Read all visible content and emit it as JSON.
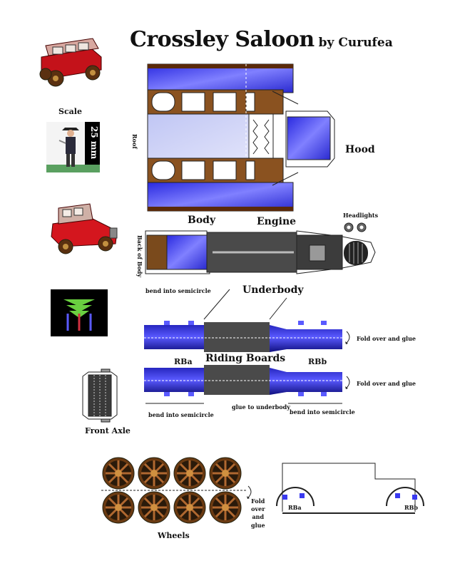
{
  "title": "Crossley Saloon",
  "byline": "by Curufea",
  "labels": {
    "scale": "Scale",
    "scale_size": "25 mm",
    "roof": "Roof",
    "hood": "Hood",
    "body": "Body",
    "engine": "Engine",
    "headlights": "Headlights",
    "back_of_body": "Back of Body",
    "bend_semicircle_1": "bend into semicircle",
    "underbody": "Underbody",
    "fold_glue_1": "Fold over and glue",
    "rba": "RBa",
    "riding_boards": "Riding Boards",
    "rbb": "RBb",
    "fold_glue_2": "Fold over and glue",
    "bend_semicircle_2": "bend into semicircle",
    "glue_underbody": "glue to underbody",
    "bend_semicircle_3": "bend into semicircle",
    "front_axle": "Front Axle",
    "fold_wheels": [
      "Fold",
      "over",
      "and",
      "glue"
    ],
    "wheels": "Wheels",
    "diagram_rba": "RBa",
    "diagram_rbb": "RBb"
  },
  "colors": {
    "panel_blue": "#3a3af0",
    "panel_light": "#c9cdf6",
    "wood_brown": "#7a4a1c",
    "car_red": "#d01818",
    "underbody_gray": "#4a4a4a"
  }
}
